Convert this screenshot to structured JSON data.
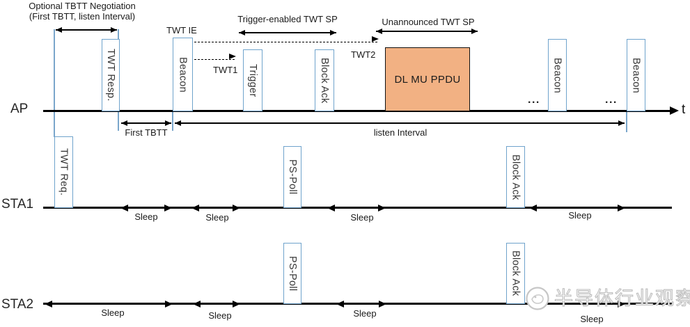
{
  "lanes": {
    "ap": "AP",
    "sta1": "STA1",
    "sta2": "STA2"
  },
  "axis": {
    "time_label": "t"
  },
  "boxes": {
    "twt_resp": "TWT Resp.",
    "beacon": "Beacon",
    "trigger": "Trigger",
    "block_ack": "Block Ack",
    "dl_mu_ppdu": "DL MU PPDU",
    "twt_req": "TWT Req.",
    "ps_poll": "PS-Poll"
  },
  "annotations": {
    "optional_line1": "Optional TBTT Negotiation",
    "optional_line2": "(First TBTT, listen Interval)",
    "twt_ie": "TWT IE",
    "trigger_sp": "Trigger-enabled TWT SP",
    "unannounced_sp": "Unannounced TWT SP",
    "twt1": "TWT1",
    "twt2": "TWT2",
    "first_tbtt": "First TBTT",
    "listen_interval": "listen Interval",
    "sleep": "Sleep",
    "ellipsis": "..."
  },
  "watermark": {
    "text": "半导体行业观察"
  },
  "colors": {
    "box_border": "#6fa3cc",
    "ppdu_fill": "#f2b183",
    "timeline": "#000000",
    "watermark_gray": "#bdbdbd"
  }
}
